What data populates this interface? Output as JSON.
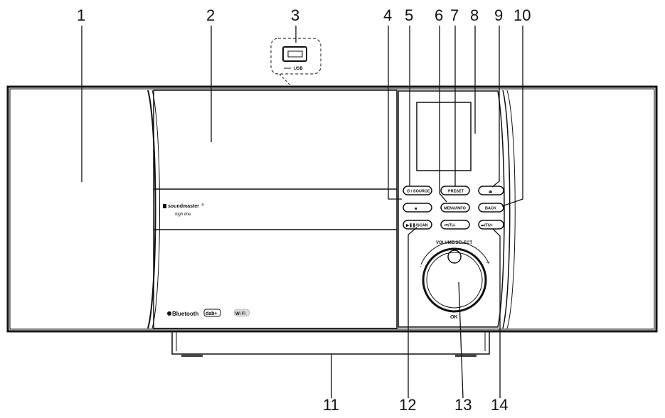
{
  "callouts": [
    "1",
    "2",
    "3",
    "4",
    "5",
    "6",
    "7",
    "8",
    "9",
    "10",
    "11",
    "12",
    "13",
    "14"
  ],
  "usb": {
    "label": "USB"
  },
  "brand": {
    "name": "soundmaster",
    "reg": "®",
    "model": "high line"
  },
  "logos": {
    "bluetooth": "Bluetooth",
    "dab": "dab+",
    "wifi": "Wi Fi"
  },
  "buttons": {
    "source": "⏻ / SOURCE",
    "preset": "PRESET",
    "eject": "⏏",
    "stop": "■",
    "menu_info": "MENU/INFO",
    "back": "BACK",
    "play_scan": "▶❚❚/SCAN",
    "prev_tu": "⏮/TU-",
    "next_tu": "⏭/TU+"
  },
  "knob": {
    "arc_label": "VOLUME/SELECT",
    "minus": "-",
    "plus": "+",
    "ok": "OK"
  }
}
